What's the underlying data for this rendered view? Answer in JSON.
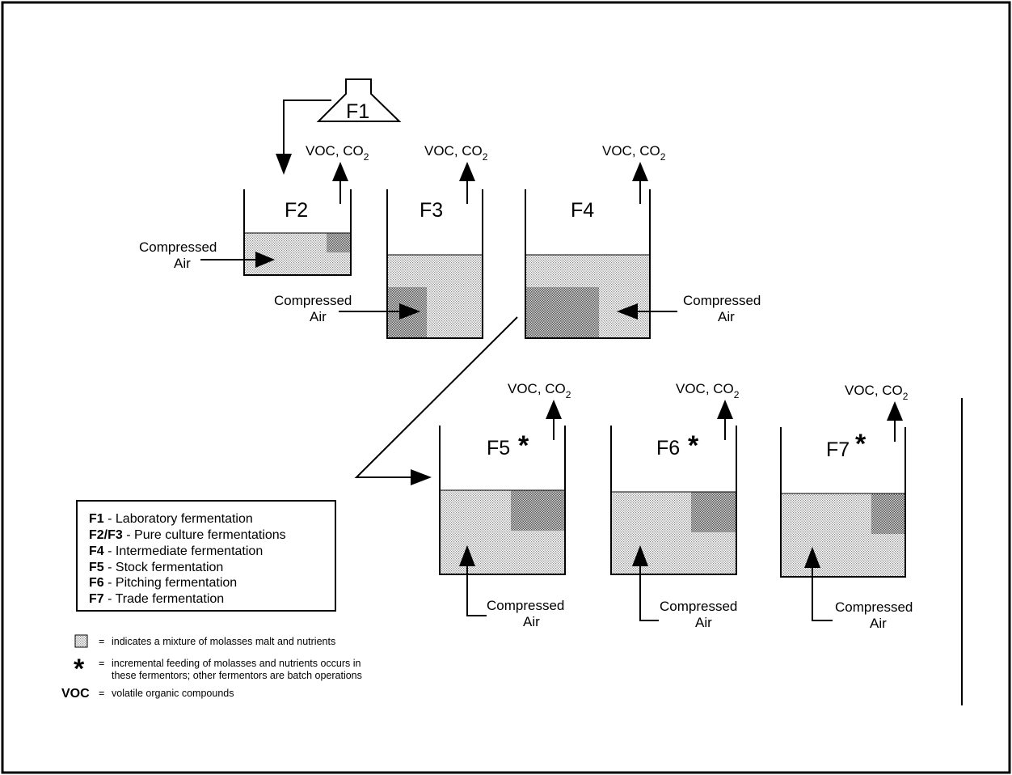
{
  "fermentors": {
    "f1": {
      "label": "F1"
    },
    "f2": {
      "label": "F2"
    },
    "f3": {
      "label": "F3"
    },
    "f4": {
      "label": "F4"
    },
    "f5": {
      "label": "F5"
    },
    "f6": {
      "label": "F6"
    },
    "f7": {
      "label": "F7"
    }
  },
  "vent": {
    "prefix": "VOC, CO",
    "subscript": "2"
  },
  "air": {
    "line1": "Compressed",
    "line2": "Air"
  },
  "asterisk": "*",
  "legend": {
    "items": [
      {
        "code": "F1",
        "desc": " - Laboratory fermentation"
      },
      {
        "code": "F2/F3",
        "desc": " - Pure culture fermentations"
      },
      {
        "code": "F4",
        "desc": " - Intermediate fermentation"
      },
      {
        "code": "F5",
        "desc": " - Stock fermentation"
      },
      {
        "code": "F6",
        "desc": " - Pitching fermentation"
      },
      {
        "code": "F7",
        "desc": " - Trade fermentation"
      }
    ]
  },
  "key": {
    "mixture_eq": "=",
    "mixture_text": "indicates a mixture of molasses malt and nutrients",
    "asterisk_symbol": "*",
    "asterisk_eq": "=",
    "asterisk_line1": "incremental feeding of molasses and nutrients occurs in",
    "asterisk_line2": "these fermentors; other fermentors are batch operations",
    "voc_symbol": "VOC",
    "voc_eq": "=",
    "voc_text": "volatile organic compounds"
  }
}
